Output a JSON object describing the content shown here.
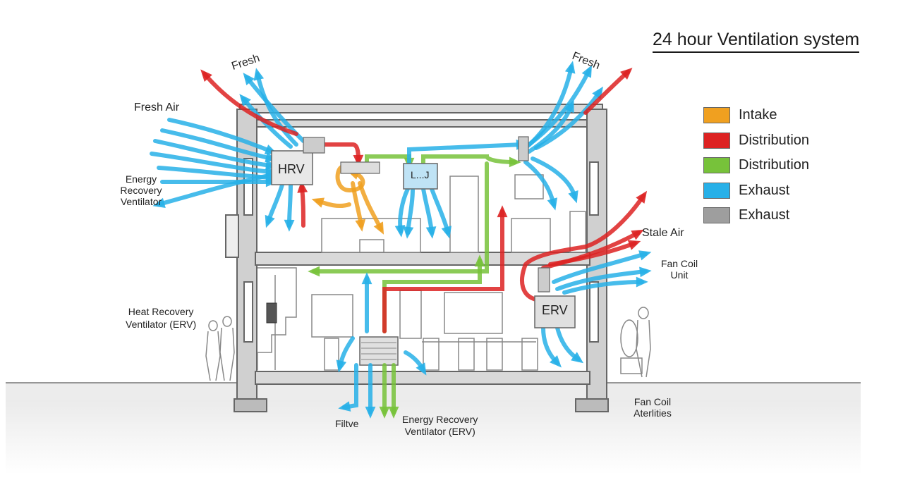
{
  "title": "24 hour Ventilation system",
  "legend": [
    {
      "label": "Intake",
      "color": "#f0a020"
    },
    {
      "label": "Distribution",
      "color": "#dd2222"
    },
    {
      "label": "Distribution",
      "color": "#77c23a"
    },
    {
      "label": "Exhaust",
      "color": "#27b0e8"
    },
    {
      "label": "Exhaust",
      "color": "#9e9e9e"
    }
  ],
  "labels": {
    "fresh_left": "Fresh",
    "fresh_right": "Fresh",
    "fresh_air": "Fresh Air",
    "erv_left_line1": "Energy",
    "erv_left_line2": "Recovery",
    "erv_left_line3": "Ventilator",
    "heat_recovery_line1": "Heat Recovery",
    "heat_recovery_line2": "Ventilator (ERV)",
    "stale_air": "Stale Air",
    "fan_coil_line1": "Fan Coil",
    "fan_coil_line2": "Unit",
    "fan_coil_bottom_line1": "Fan Coil",
    "fan_coil_bottom_line2": "Aterlities",
    "filtve": "Filtve",
    "erv_bottom_line1": "Energy Recovery",
    "erv_bottom_line2": "Ventilator (ERV)"
  },
  "units": {
    "hrv": "HRV",
    "erv": "ERV",
    "ceiling": "L...J"
  },
  "colors": {
    "intake": "#f0a020",
    "red": "#dd2222",
    "green": "#77c23a",
    "blue": "#27b0e8",
    "gray": "#9e9e9e"
  }
}
